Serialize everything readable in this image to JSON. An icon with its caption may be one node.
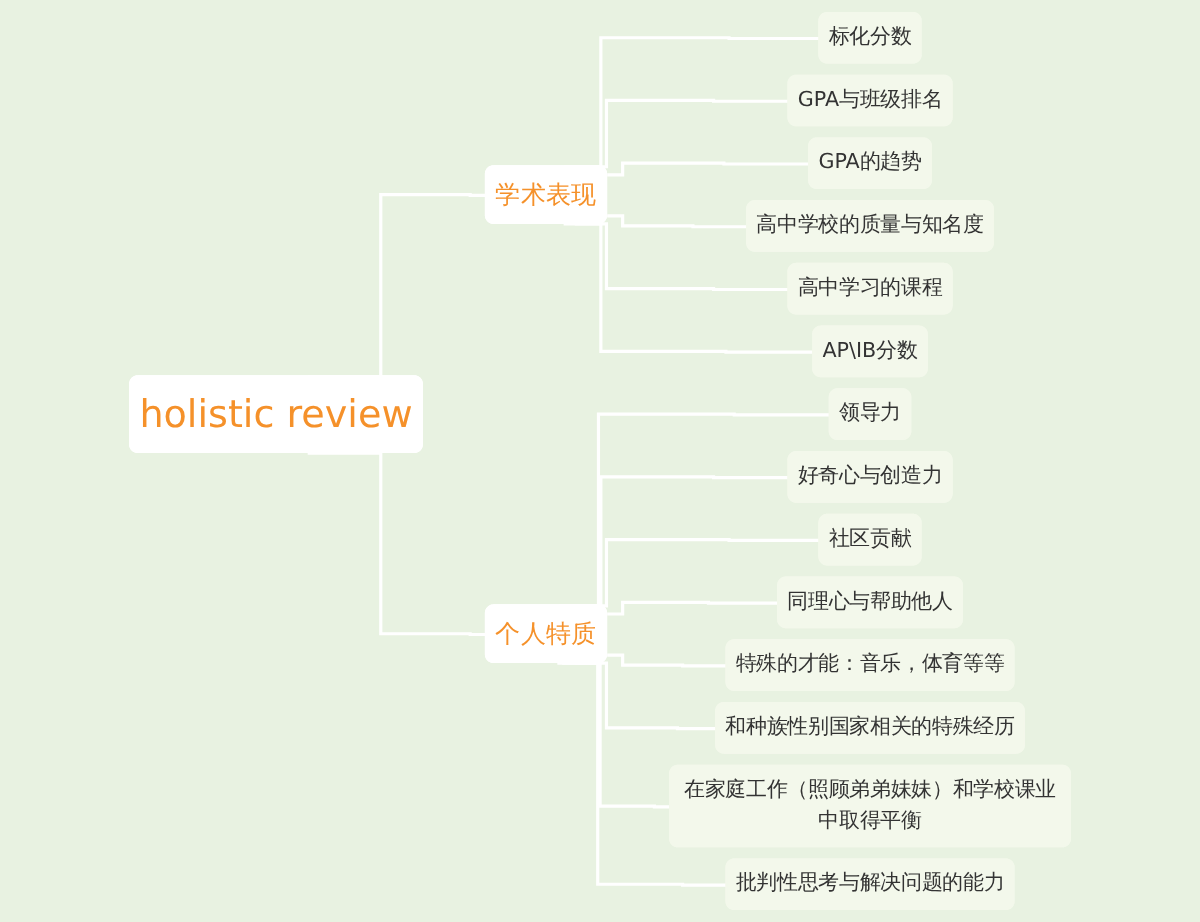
{
  "diagram": {
    "nodes": [
      {
        "text": [
          "holistic review"
        ]
      },
      {
        "text": [
          "学术表现"
        ]
      },
      {
        "text": [
          "标化分数"
        ]
      },
      {
        "text": [
          "GPA与班级排名"
        ]
      },
      {
        "text": [
          "GPA的趋势"
        ]
      },
      {
        "text": [
          "高中学校的质量与知名度"
        ]
      },
      {
        "text": [
          "高中学习的课程"
        ]
      },
      {
        "text": [
          "AP\\IB分数"
        ]
      },
      {
        "text": [
          "个人特质"
        ]
      },
      {
        "text": [
          "领导力"
        ]
      },
      {
        "text": [
          "好奇心与创造力"
        ]
      },
      {
        "text": [
          "社区贡献"
        ]
      },
      {
        "text": [
          "同理心与帮助他人"
        ]
      },
      {
        "text": [
          "特殊的才能：音乐，体育等等"
        ]
      },
      {
        "text": [
          "和种族性别国家相关的特殊经历"
        ]
      },
      {
        "text": [
          "在家庭工作（照顾弟弟妹妹）和学校课业中取得平衡"
        ]
      },
      {
        "text": [
          "批判性思考与解决问题的能力"
        ]
      }
    ],
    "edges": [
      {
        "from": 0,
        "to": 1,
        "arrow": "none"
      },
      {
        "from": 0,
        "to": 8,
        "arrow": "none"
      },
      {
        "from": 1,
        "to": 2,
        "arrow": "none"
      },
      {
        "from": 1,
        "to": 3,
        "arrow": "none"
      },
      {
        "from": 1,
        "to": 4,
        "arrow": "none"
      },
      {
        "from": 1,
        "to": 5,
        "arrow": "none"
      },
      {
        "from": 1,
        "to": 6,
        "arrow": "none"
      },
      {
        "from": 1,
        "to": 7,
        "arrow": "none"
      },
      {
        "from": 8,
        "to": 9,
        "arrow": "none"
      },
      {
        "from": 8,
        "to": 10,
        "arrow": "none"
      },
      {
        "from": 8,
        "to": 11,
        "arrow": "none"
      },
      {
        "from": 8,
        "to": 12,
        "arrow": "none"
      },
      {
        "from": 8,
        "to": 13,
        "arrow": "none"
      },
      {
        "from": 8,
        "to": 14,
        "arrow": "none"
      },
      {
        "from": 8,
        "to": 15,
        "arrow": "none"
      },
      {
        "from": 8,
        "to": 16,
        "arrow": "none"
      }
    ]
  }
}
